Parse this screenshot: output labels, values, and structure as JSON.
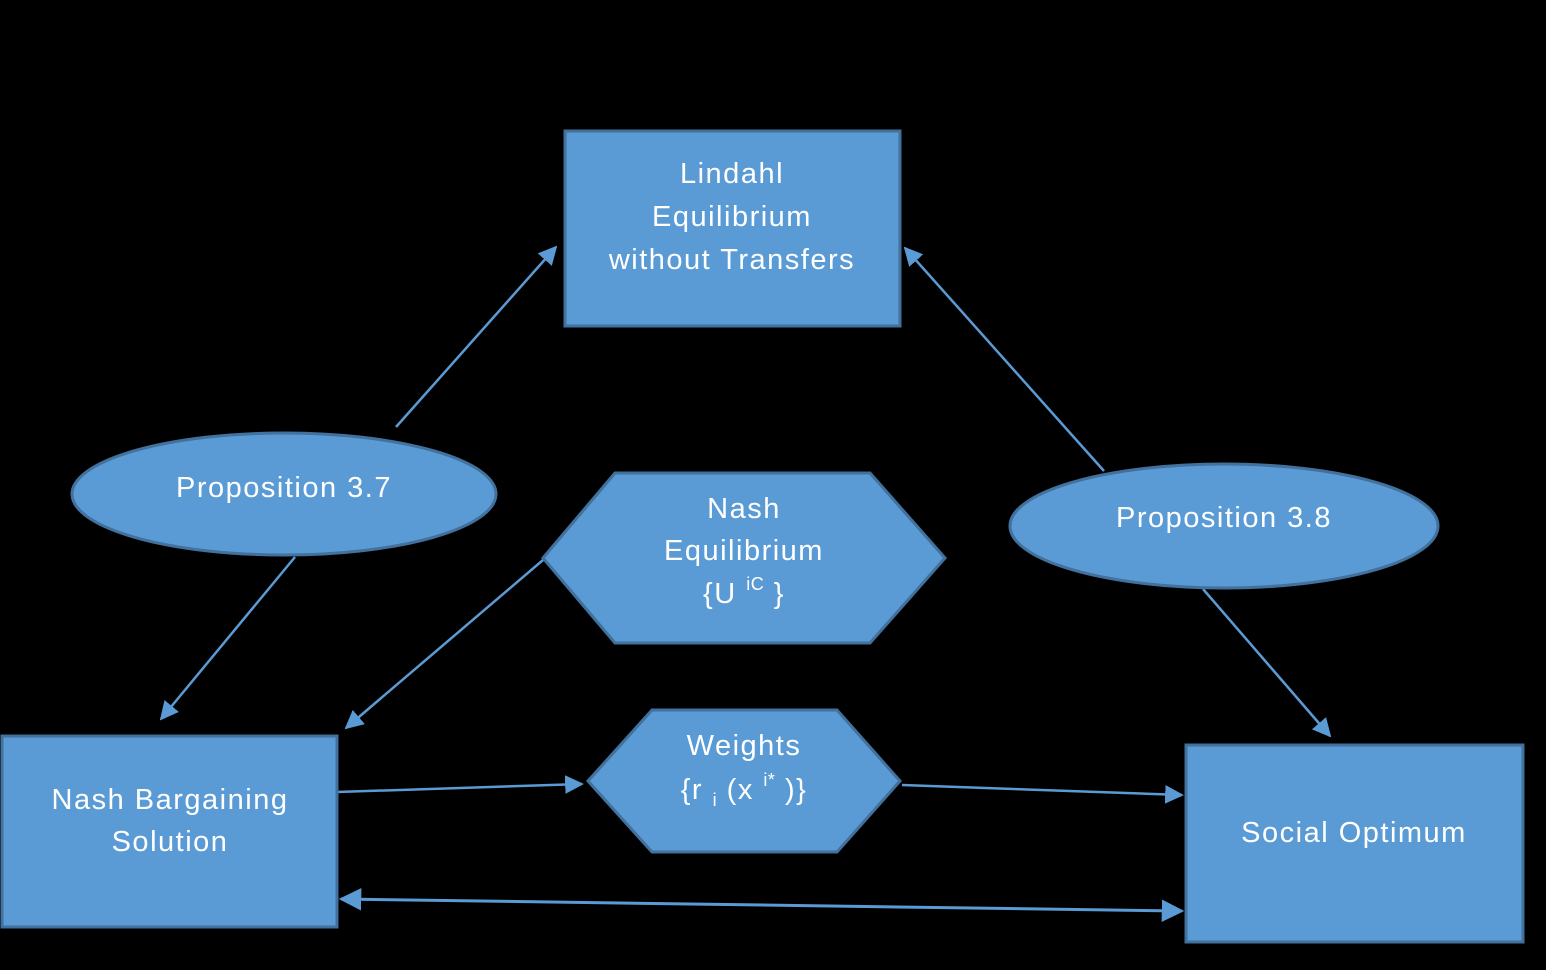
{
  "colors": {
    "background": "#000000",
    "shape_fill": "#5B9BD5",
    "shape_stroke": "#41719C",
    "arrow": "#5B9BD5",
    "text": "#FFFFFF"
  },
  "nodes": {
    "lindahl": {
      "line1": "Lindahl",
      "line2": "Equilibrium",
      "line3": "without Transfers"
    },
    "prop37": {
      "label": "Proposition 3.7"
    },
    "nash_equilibrium": {
      "line1": "Nash",
      "line2": "Equilibrium",
      "formula": {
        "open": "{U",
        "sup": "iC",
        "close": "}"
      }
    },
    "prop38": {
      "label": "Proposition 3.8"
    },
    "nash_bargaining": {
      "line1": "Nash Bargaining",
      "line2": "Solution"
    },
    "weights": {
      "line1": "Weights",
      "formula": {
        "open": "{r",
        "sub": "i",
        "mid": "(x",
        "sup": "i*",
        "close": ")}"
      }
    },
    "social_optimum": {
      "label": "Social Optimum"
    }
  },
  "connectors": [
    {
      "from": "prop37",
      "to": "lindahl",
      "direction": "one-way"
    },
    {
      "from": "prop37",
      "to": "nash_bargaining",
      "direction": "one-way"
    },
    {
      "from": "prop38",
      "to": "lindahl",
      "direction": "one-way"
    },
    {
      "from": "prop38",
      "to": "social_optimum",
      "direction": "one-way"
    },
    {
      "from": "nash_equilibrium",
      "to": "nash_bargaining",
      "direction": "one-way"
    },
    {
      "from": "nash_bargaining",
      "to": "weights",
      "direction": "one-way"
    },
    {
      "from": "weights",
      "to": "social_optimum",
      "direction": "one-way"
    },
    {
      "from": "nash_bargaining",
      "to": "social_optimum",
      "direction": "two-way"
    }
  ]
}
